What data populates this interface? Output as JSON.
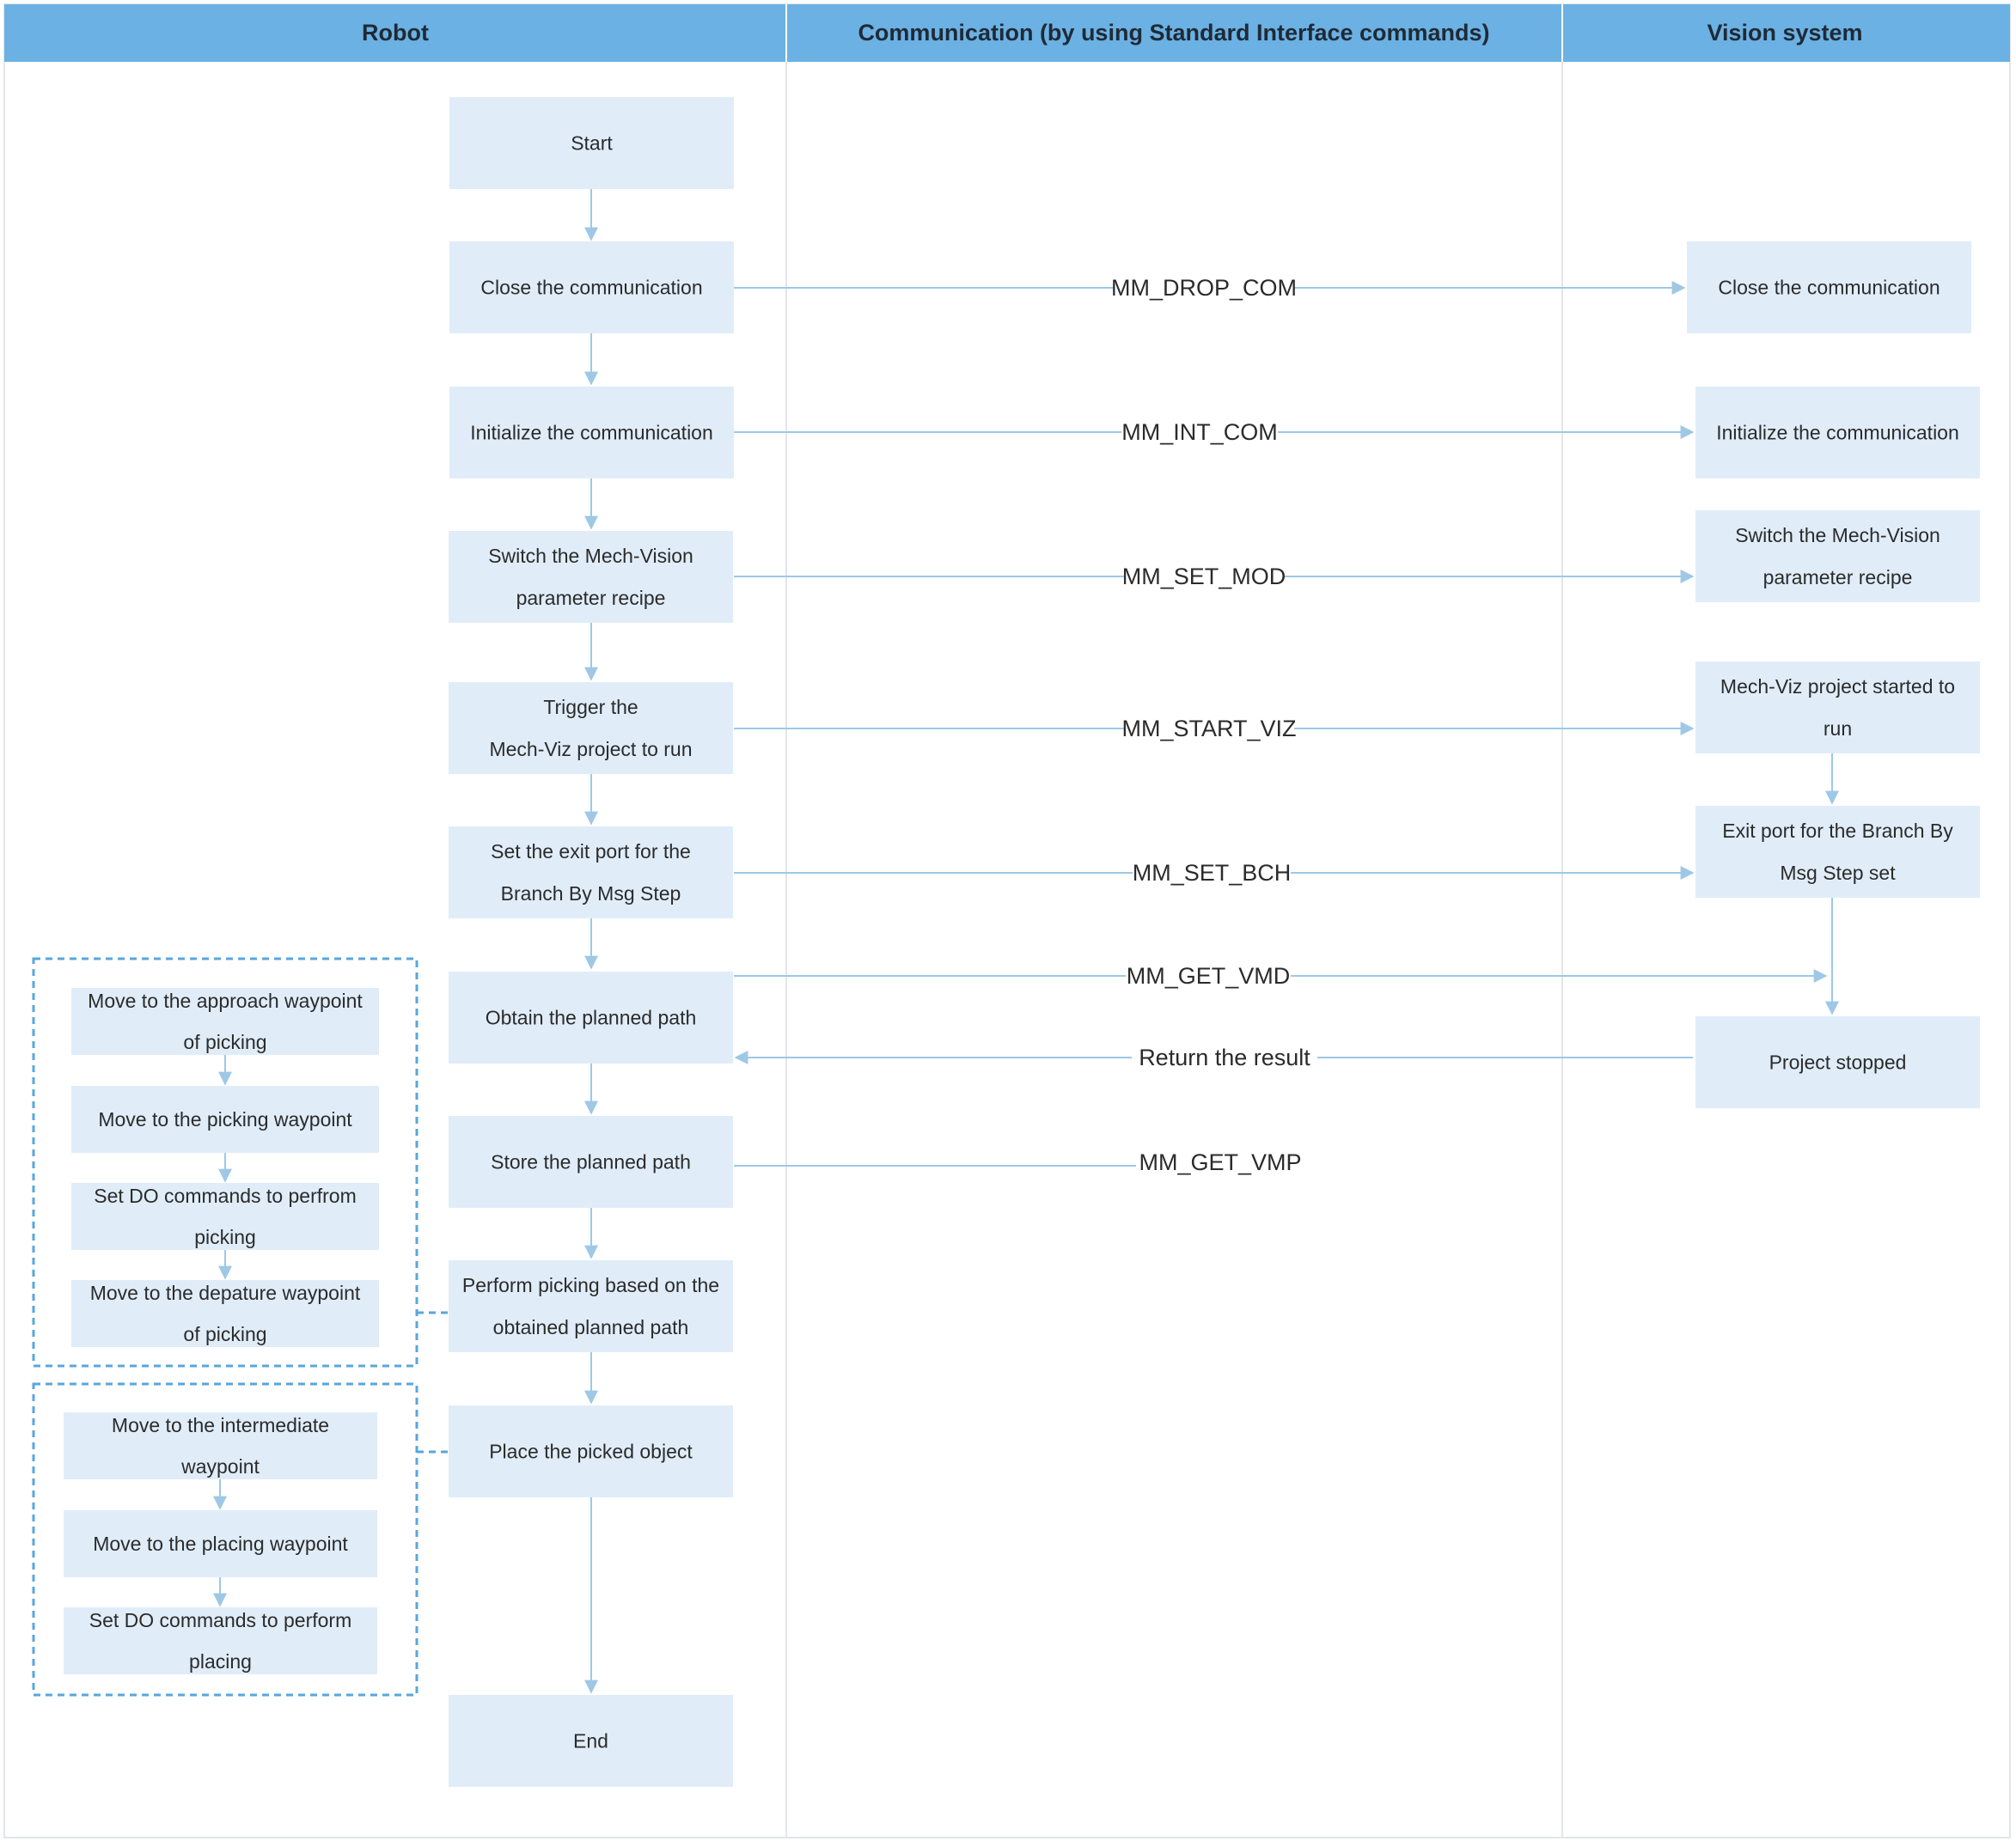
{
  "lanes": {
    "robot": "Robot",
    "communication": "Communication (by using Standard Interface commands)",
    "vision": "Vision system"
  },
  "robot_steps": {
    "start": [
      "Start"
    ],
    "close_comm": [
      "Close the communication"
    ],
    "init_comm": [
      "Initialize the communication"
    ],
    "switch_recipe": [
      "Switch the Mech-Vision",
      "parameter recipe"
    ],
    "trigger_viz": [
      "Trigger the",
      "Mech-Viz project to run"
    ],
    "set_exit_port": [
      "Set the exit port for the",
      "Branch By Msg Step"
    ],
    "obtain_path": [
      "Obtain the planned path"
    ],
    "store_path": [
      "Store the planned path"
    ],
    "perform_picking": [
      "Perform picking based on the",
      "obtained planned path"
    ],
    "place_object": [
      "Place the picked object"
    ],
    "end": [
      "End"
    ]
  },
  "vision_steps": {
    "close_comm": [
      "Close the communication"
    ],
    "init_comm": [
      "Initialize the communication"
    ],
    "switch_recipe": [
      "Switch the Mech-Vision",
      "parameter recipe"
    ],
    "viz_started": [
      "Mech-Viz project started to",
      "run"
    ],
    "exit_port_set": [
      "Exit port for the Branch By",
      "Msg Step set"
    ],
    "project_stopped": [
      "Project stopped"
    ]
  },
  "commands": {
    "drop_com": "MM_DROP_COM",
    "int_com": "MM_INT_COM",
    "set_mod": "MM_SET_MOD",
    "start_viz": "MM_START_VIZ",
    "set_bch": "MM_SET_BCH",
    "get_vmd": "MM_GET_VMD",
    "return_result": "Return the result",
    "get_vmp": "MM_GET_VMP"
  },
  "picking_substeps": {
    "approach": [
      "Move to the approach waypoint",
      "of picking"
    ],
    "picking_wp": [
      "Move to the picking waypoint"
    ],
    "set_do_pick": [
      "Set DO commands to perfrom",
      "picking"
    ],
    "departure": [
      "Move to the depature waypoint",
      "of picking"
    ]
  },
  "placing_substeps": {
    "intermediate": [
      "Move to the intermediate",
      "waypoint"
    ],
    "placing_wp": [
      "Move to the placing waypoint"
    ],
    "set_do_place": [
      "Set DO commands to perform",
      "placing"
    ]
  },
  "colors": {
    "header": "#6bb1e3",
    "node_fill": "#e0edf9",
    "connector": "#9ec8e6",
    "group_border": "#5aa6dc"
  }
}
